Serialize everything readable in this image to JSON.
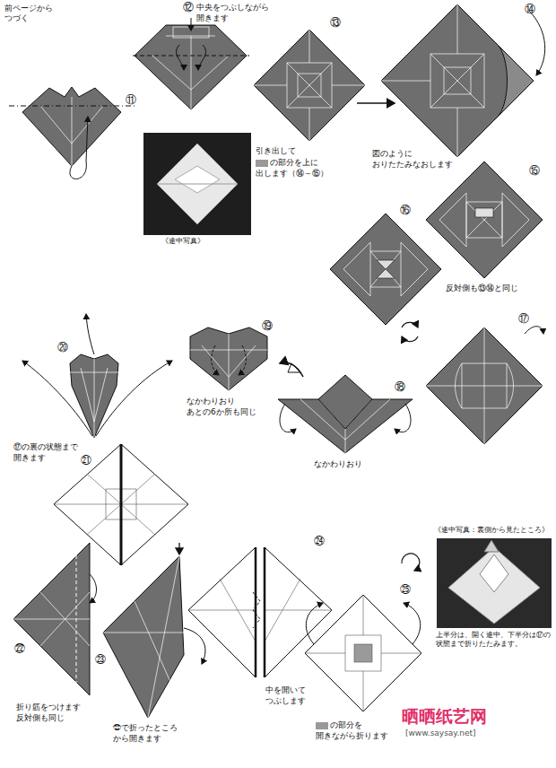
{
  "diagram": {
    "labels": [
      "前ページから つづく",
      "⑪",
      "⑫",
      "中央をつぶしながら 開きます",
      "⑬",
      "⑭",
      "《途中写真》",
      "引き出して",
      "の部分を上に 出します（⑭～⑮）",
      "図のように おりたたみなおします",
      "⑮",
      "⑯",
      "反対側も⑬⑭と同じ",
      "⑰",
      "⑳",
      "⑲",
      "⑱",
      "⑰の裏の状態まで 開きます",
      "なかわりおり あとの6か所も同じ",
      "なかわりおり",
      "㉑",
      "《途中写真：裏側から見たところ》",
      "㉒",
      "㉔",
      "㉓",
      "上半分は、開く途中、下半分は⑰の 状態まで折りたたみます。",
      "中を開いて つぶします",
      "折り筋をつけます 反対側も同じ",
      "㉕",
      "㉒で折ったところ から開きます",
      "の部分を 開きながら折ります",
      "晒晒纸艺网",
      "[www.saysay.net]"
    ]
  }
}
